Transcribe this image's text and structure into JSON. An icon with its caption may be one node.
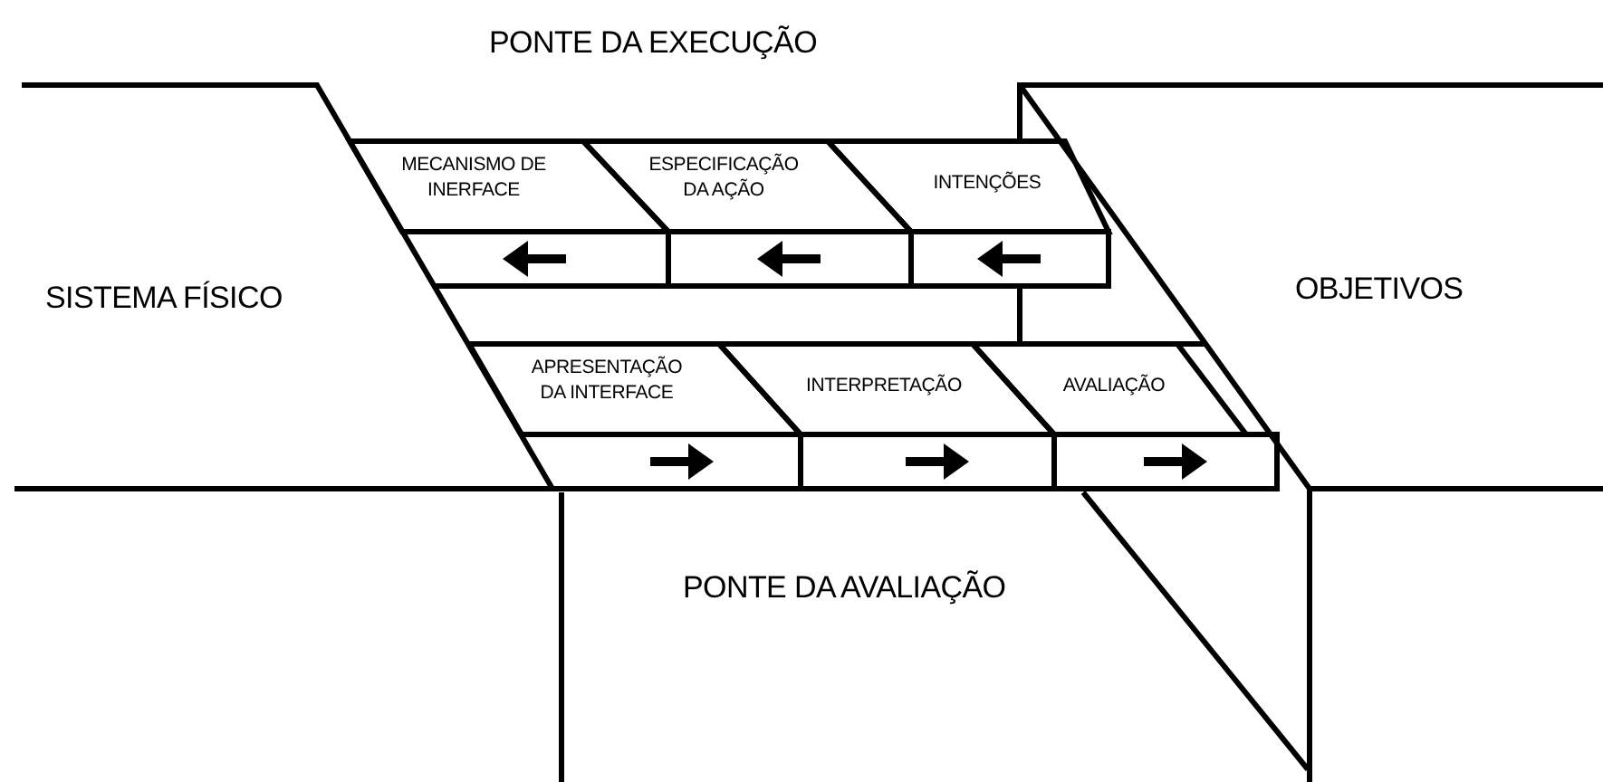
{
  "diagram": {
    "nodes": [
      {
        "text": [
          "MECANISMO DE INERFACE"
        ]
      },
      {
        "text": [
          "ESPECIFICAÇÃO DA AÇÃO"
        ]
      },
      {
        "text": [
          "INTENÇÕES"
        ]
      },
      {
        "text": [
          "APRESENTAÇÃO DA INTERFACE"
        ]
      },
      {
        "text": [
          "INTERPRETAÇÃO"
        ]
      },
      {
        "text": [
          "AVALIAÇÃO"
        ]
      }
    ],
    "labels": [
      "PONTE DA EXECUÇÃO",
      "SISTEMA FÍSICO",
      "OBJETIVOS",
      "PONTE DA AVALIAÇÃO"
    ]
  }
}
